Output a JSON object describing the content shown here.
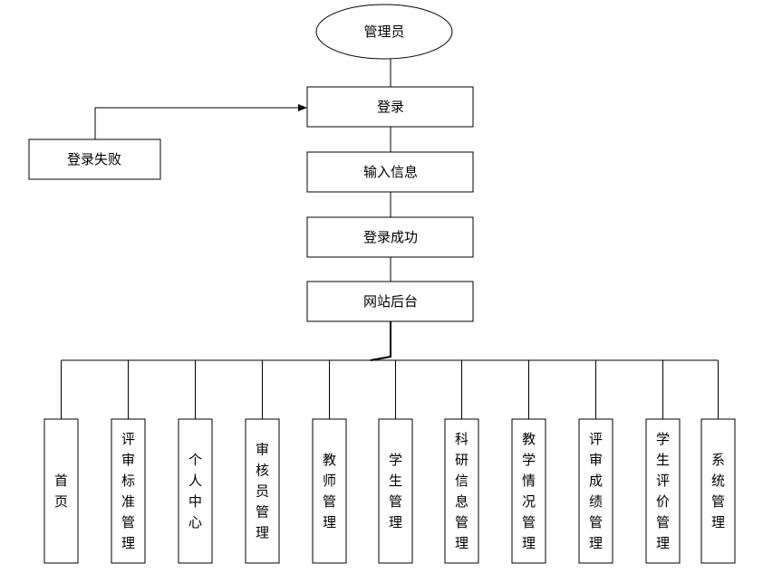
{
  "flow": {
    "role": "管理员",
    "login": "登录",
    "input_info": "输入信息",
    "login_success": "登录成功",
    "backend": "网站后台",
    "login_fail": "登录失败"
  },
  "modules": [
    "首页",
    "评审标准管理",
    "个人中心",
    "审核员管理",
    "教师管理",
    "学生管理",
    "科研信息管理",
    "教学情况管理",
    "评审成绩管理",
    "学生评价管理",
    "系统管理"
  ]
}
